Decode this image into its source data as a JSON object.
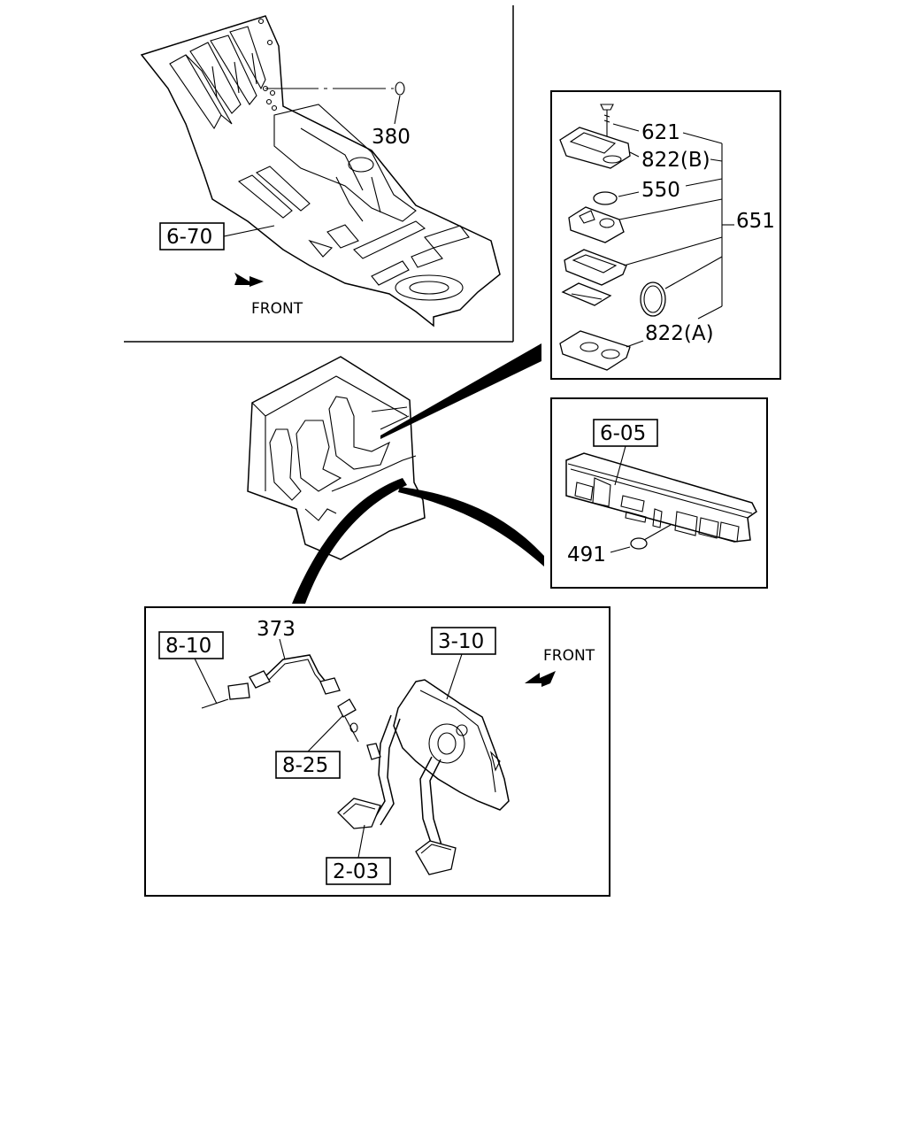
{
  "floor_view": {
    "callouts": {
      "grommet": "380",
      "floor_panel_ref": "6-70"
    },
    "direction_label": "FRONT"
  },
  "console_view": {
    "callouts": {
      "screw": "621",
      "cover_b": "822(B)",
      "cap": "550",
      "assembly": "651",
      "cover_a": "822(A)"
    }
  },
  "dash_view": {
    "callouts": {
      "dash_panel_ref": "6-05",
      "grommet": "491"
    }
  },
  "pedal_view": {
    "callouts": {
      "harness_ref": "8-10",
      "harness": "373",
      "switch_ref": "8-25",
      "pedal_bracket_ref": "3-10",
      "pedal_ref": "2-03"
    },
    "direction_label": "FRONT"
  }
}
